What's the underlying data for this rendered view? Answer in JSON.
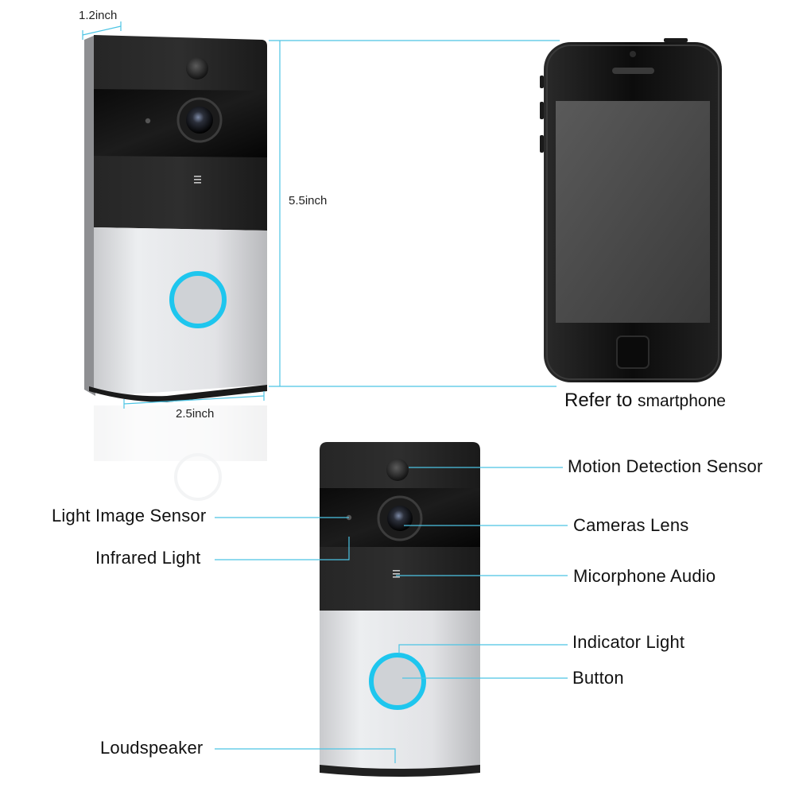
{
  "colors": {
    "device_dark": "#1f1f1f",
    "device_silver": "#e4e5e8",
    "ring_cyan": "#1ec6ee",
    "leader_line": "#4cc4e4",
    "phone_body": "#0e0e0e",
    "phone_screen": "#4a4a4a"
  },
  "dimensions": {
    "depth": "1.2inch",
    "height": "5.5inch",
    "width": "2.5inch"
  },
  "phone_caption": {
    "part1": "Refer to",
    "part2": "smartphone"
  },
  "labels": {
    "motion_sensor": "Motion Detection Sensor",
    "camera_lens": "Cameras Lens",
    "microphone": "Micorphone Audio",
    "indicator_light": "Indicator Light",
    "button": "Button",
    "light_image_sensor": "Light Image Sensor",
    "infrared_light": "Infrared Light",
    "loudspeaker": "Loudspeaker"
  },
  "icons": [
    "doorbell-top",
    "doorbell-front",
    "smartphone",
    "camera-lens-icon",
    "pir-sensor-icon",
    "microphone-icon",
    "button-ring-icon"
  ]
}
